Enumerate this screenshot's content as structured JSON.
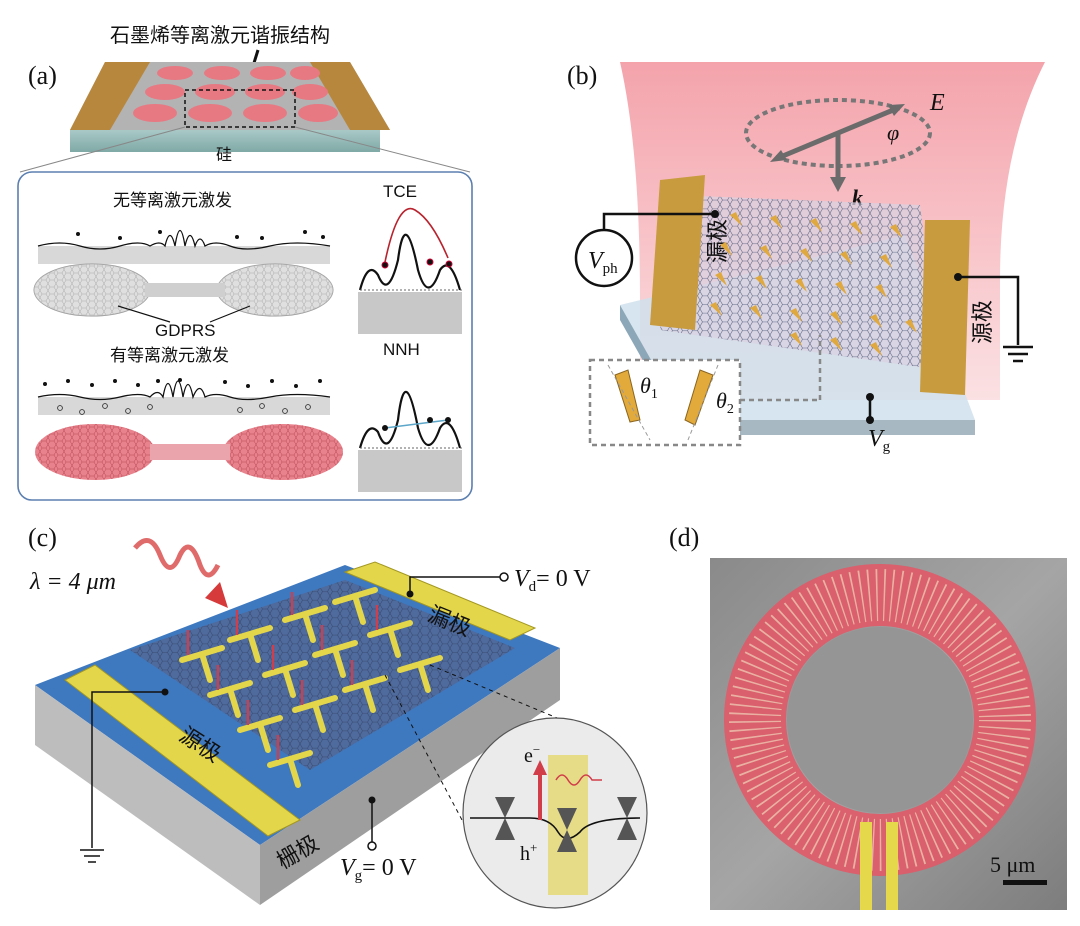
{
  "panels": {
    "a": {
      "label": "(a)",
      "title": "石墨烯等离激元谐振结构",
      "substrate": "硅",
      "no_plasmon": "无等离激元激发",
      "with_plasmon": "有等离激元激发",
      "gdprs": "GDPRS",
      "tce": "TCE",
      "nnh": "NNH"
    },
    "b": {
      "label": "(b)",
      "e_field": "E",
      "phi": "φ",
      "k_vec": "k",
      "vph": "V",
      "vph_sub": "ph",
      "drain": "漏极",
      "source": "源极",
      "theta1": "θ",
      "theta1_sub": "1",
      "theta2": "θ",
      "theta2_sub": "2",
      "vg": "V",
      "vg_sub": "g"
    },
    "c": {
      "label": "(c)",
      "wavelength": "λ = 4 μm",
      "vd": "V",
      "vd_sub": "d",
      "vd_val": "= 0 V",
      "drain": "漏极",
      "source": "源极",
      "gate": "栅极",
      "vg": "V",
      "vg_sub": "g",
      "vg_val": "= 0 V",
      "electron": "e",
      "electron_sup": "−",
      "hole": "h",
      "hole_sup": "+"
    },
    "d": {
      "label": "(d)",
      "scale": "5 μm"
    }
  },
  "colors": {
    "graphene_red": "#e87a86",
    "gold": "#c9a24a",
    "electrode_yellow": "#e5d84a",
    "substrate_blue": "#4d86c4",
    "frame_blue": "#5b7fb0"
  }
}
